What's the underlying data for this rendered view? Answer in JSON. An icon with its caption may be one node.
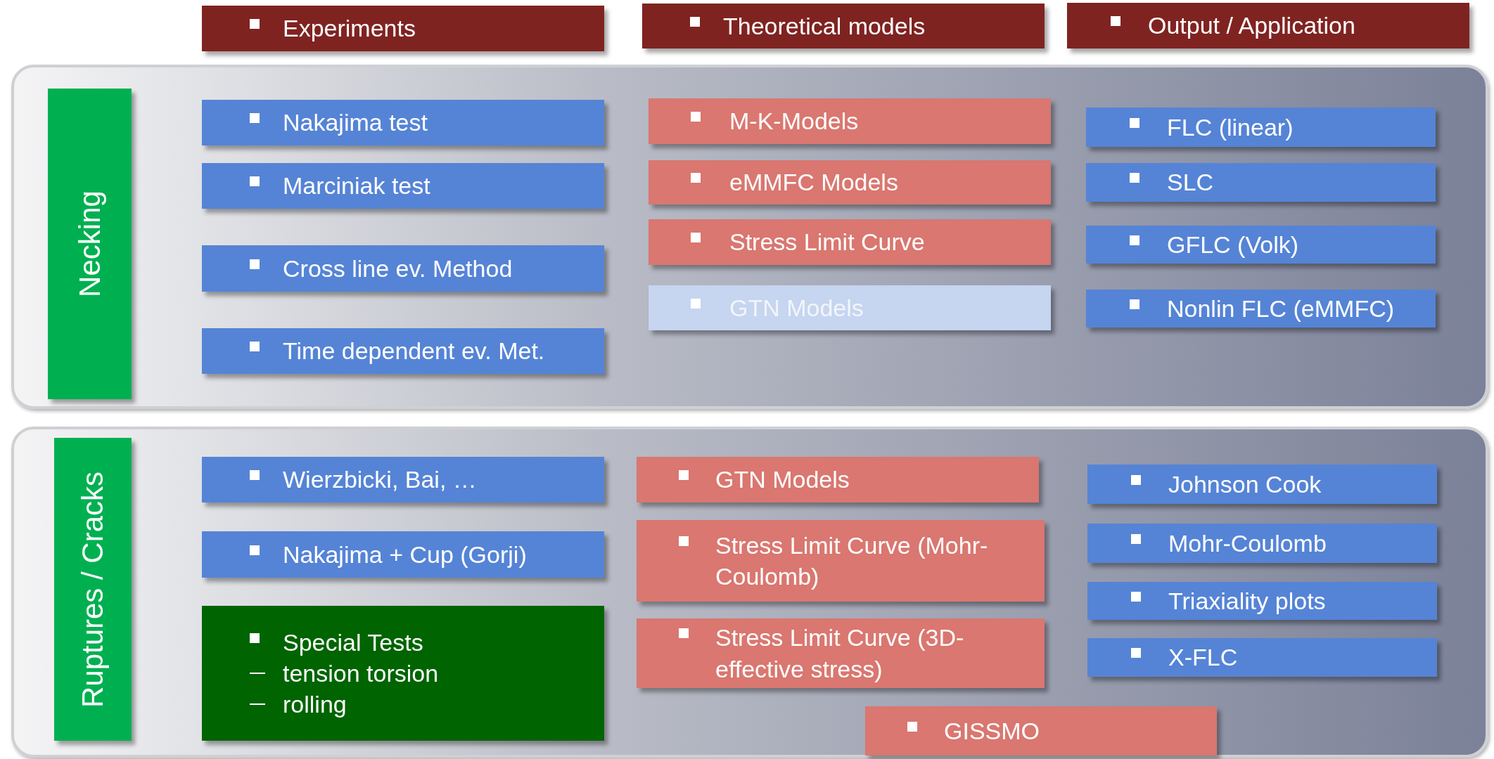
{
  "diagram": {
    "nodes": [
      {
        "text": [
          "Experiments"
        ]
      },
      {
        "text": [
          "Theoretical models"
        ]
      },
      {
        "text": [
          "Output / Application"
        ]
      },
      {
        "text": [],
        "shape": "box"
      },
      {
        "text": [
          "Necking"
        ],
        "in": 3
      },
      {
        "text": [
          "Nakajima test"
        ],
        "in": 3
      },
      {
        "text": [
          "Marciniak test"
        ],
        "in": 3
      },
      {
        "text": [
          "Cross line ev. Method"
        ],
        "in": 3
      },
      {
        "text": [
          "Time dependent ev. Met."
        ],
        "in": 3
      },
      {
        "text": [
          "M-K-Models"
        ],
        "in": 3
      },
      {
        "text": [
          "eMMFC Models"
        ],
        "in": 3
      },
      {
        "text": [
          "Stress Limit Curve"
        ],
        "in": 3
      },
      {
        "text": [
          "GTN Models"
        ],
        "in": 3
      },
      {
        "text": [
          "FLC (linear)"
        ],
        "in": 3
      },
      {
        "text": [
          "SLC"
        ],
        "in": 3
      },
      {
        "text": [
          "GFLC (Volk)"
        ],
        "in": 3
      },
      {
        "text": [
          "Nonlin FLC (eMMFC)"
        ],
        "in": 3
      },
      {
        "text": [],
        "shape": "box"
      },
      {
        "text": [
          "Ruptures / Cracks"
        ],
        "in": 17
      },
      {
        "text": [
          "Wierzbicki, Bai, …"
        ],
        "in": 17
      },
      {
        "text": [
          "Nakajima + Cup (Gorji)"
        ],
        "in": 17
      },
      {
        "text": [
          "Special Tests",
          "tension torsion",
          "rolling"
        ],
        "in": 17
      },
      {
        "text": [
          "GTN Models"
        ],
        "in": 17
      },
      {
        "text": [
          "Stress Limit Curve (Mohr-Coulomb)"
        ],
        "in": 17
      },
      {
        "text": [
          "Stress Limit Curve (3D-effective stress)"
        ],
        "in": 17
      },
      {
        "text": [
          "GISSMO"
        ],
        "in": 17
      },
      {
        "text": [
          "Johnson Cook"
        ],
        "in": 17
      },
      {
        "text": [
          "Mohr-Coulomb"
        ],
        "in": 17
      },
      {
        "text": [
          "Triaxiality plots"
        ],
        "in": 17
      },
      {
        "text": [
          "X-FLC"
        ],
        "in": 17
      }
    ]
  }
}
